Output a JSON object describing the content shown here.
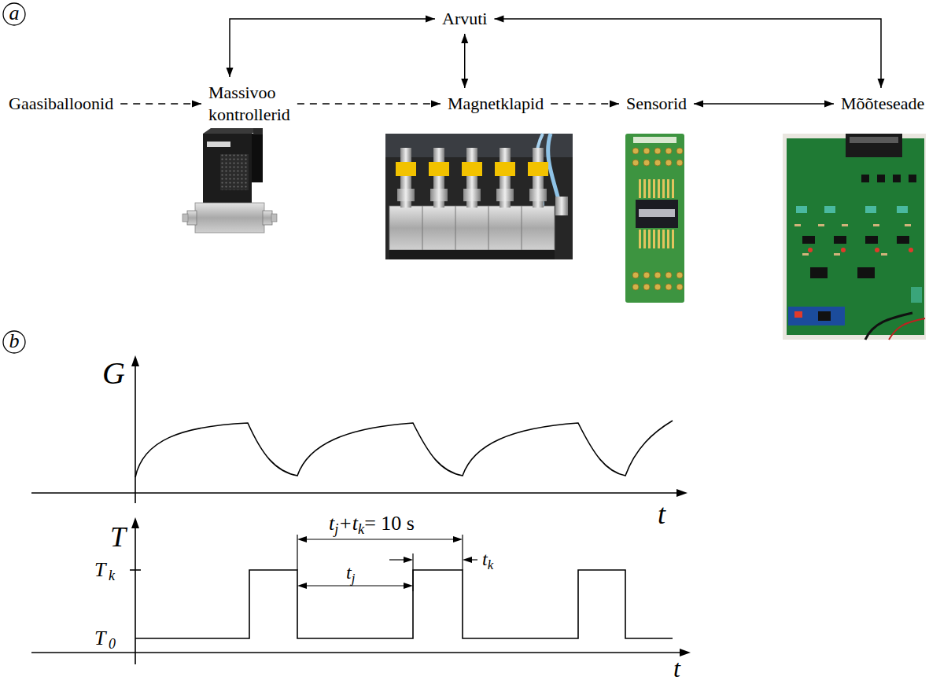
{
  "diagram": {
    "nodes": [
      {
        "text": [
          "Arvuti"
        ]
      },
      {
        "text": [
          "Gaasiballoonid"
        ]
      },
      {
        "text": [
          "Massivoo kontrollerid"
        ]
      },
      {
        "text": [
          "Magnetklapid"
        ]
      },
      {
        "text": [
          "Sensorid"
        ]
      },
      {
        "text": [
          "Mõõteseade"
        ]
      }
    ],
    "edges": [
      {
        "from": 1,
        "to": 2,
        "arrow": "to"
      },
      {
        "from": 2,
        "to": 3,
        "arrow": "to"
      },
      {
        "from": 3,
        "to": 4,
        "arrow": "to"
      },
      {
        "from": 4,
        "to": 5,
        "arrow": "both"
      },
      {
        "from": 0,
        "to": 2,
        "arrow": "both"
      },
      {
        "from": 0,
        "to": 3,
        "arrow": "both"
      },
      {
        "from": 0,
        "to": 5,
        "arrow": "both"
      }
    ],
    "labels": [
      "a",
      "b",
      "G",
      "t",
      "T",
      "t",
      "T",
      "k",
      "T",
      "0",
      "t",
      "j",
      "+t",
      "k",
      "= 10 s",
      "t",
      "j",
      "t",
      "k"
    ]
  }
}
